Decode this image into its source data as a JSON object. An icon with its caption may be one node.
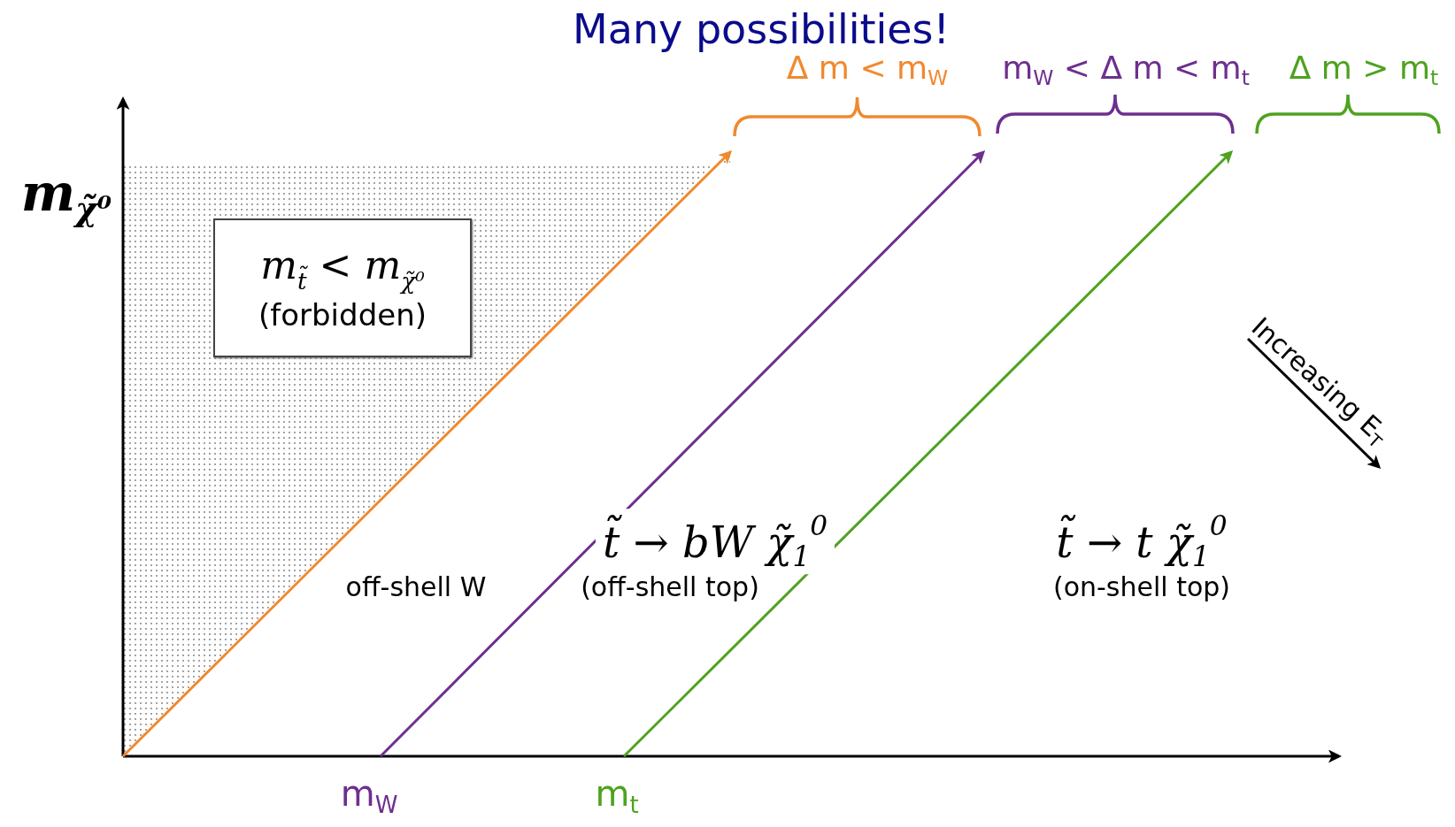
{
  "diagram": {
    "title": "Many possibilities!",
    "nodes": [
      {
        "text": [
          "m$_{t̃}$ < m$_{χ̃⁰}$",
          "(forbidden)"
        ]
      }
    ],
    "labels": [
      "Δ m < m$_{W}$",
      "m$_{W}$ < Δ m < m$_{t}$",
      "Δ m > m$_{t}$",
      "m$_{χ̃⁰}$",
      "Increasing E$_{T}$",
      "t̃ → bW χ̃$_{1}$$^{0}$",
      "off-shell W",
      "(off-shell top)",
      "t̃ → t χ̃$_{1}$$^{0}$",
      "(on-shell top)",
      "m$_{W}$",
      "m$_{t}$"
    ]
  }
}
